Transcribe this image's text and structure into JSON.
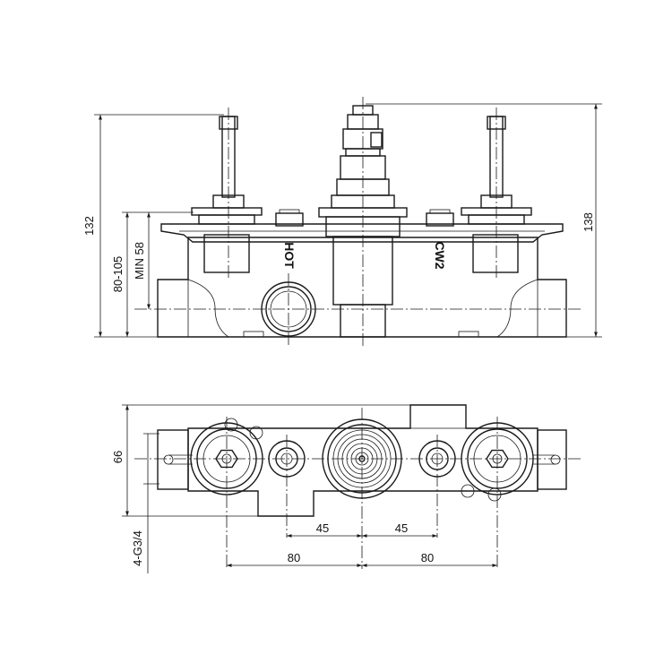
{
  "front_view": {
    "label_hot": "HOT",
    "label_cw2": "CW2"
  },
  "dimensions": {
    "height_total": "132",
    "height_right": "138",
    "min_depth": "MIN 58",
    "wall_range": "80-105",
    "depth_plan": "66",
    "thread": "4-G3/4",
    "spacing_45_left": "45",
    "spacing_45_right": "45",
    "spacing_80_left": "80",
    "spacing_80_right": "80"
  }
}
